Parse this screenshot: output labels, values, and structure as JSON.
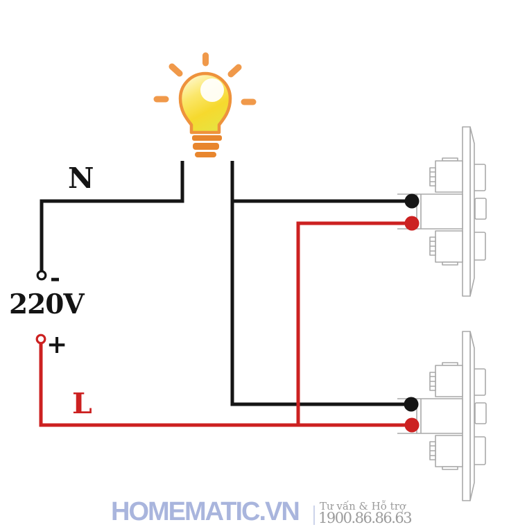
{
  "diagram": {
    "labels": {
      "neutral": "N",
      "voltage": "220V",
      "live": "L",
      "minus": "-",
      "plus": "+"
    },
    "colors": {
      "neutral_wire": "#151515",
      "live_wire": "#cc2121",
      "switch_outline": "#a9a9a9",
      "bulb_outline": "#ee923c",
      "bulb_base": "#e8862e",
      "bulb_ray": "#f0994a"
    },
    "components": {
      "lamp": "light-bulb",
      "switch_top": "wall-switch-side-view",
      "switch_bottom": "wall-switch-side-view",
      "source": "220V AC supply"
    }
  },
  "footer": {
    "brand": "HOMEMATIC.VN",
    "brand_color": "#a9b5dd",
    "support_label": "Tư vấn & Hỗ trợ",
    "phone": "1900.86.86.63",
    "text_color": "#9b9b9b"
  }
}
